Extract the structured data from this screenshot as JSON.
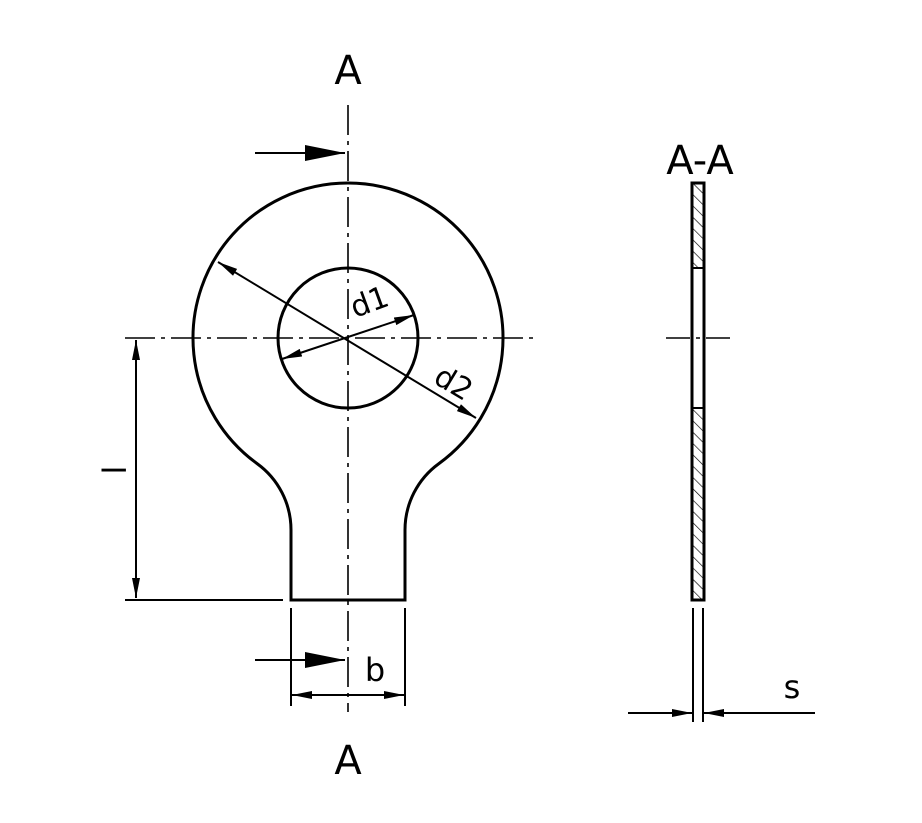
{
  "drawing": {
    "section_mark_top": "A",
    "section_mark_bottom": "A",
    "section_view_title": "A-A",
    "dimensions": {
      "inner_diameter": "d1",
      "outer_diameter": "d2",
      "length": "l",
      "tab_width": "b",
      "thickness": "s"
    }
  }
}
